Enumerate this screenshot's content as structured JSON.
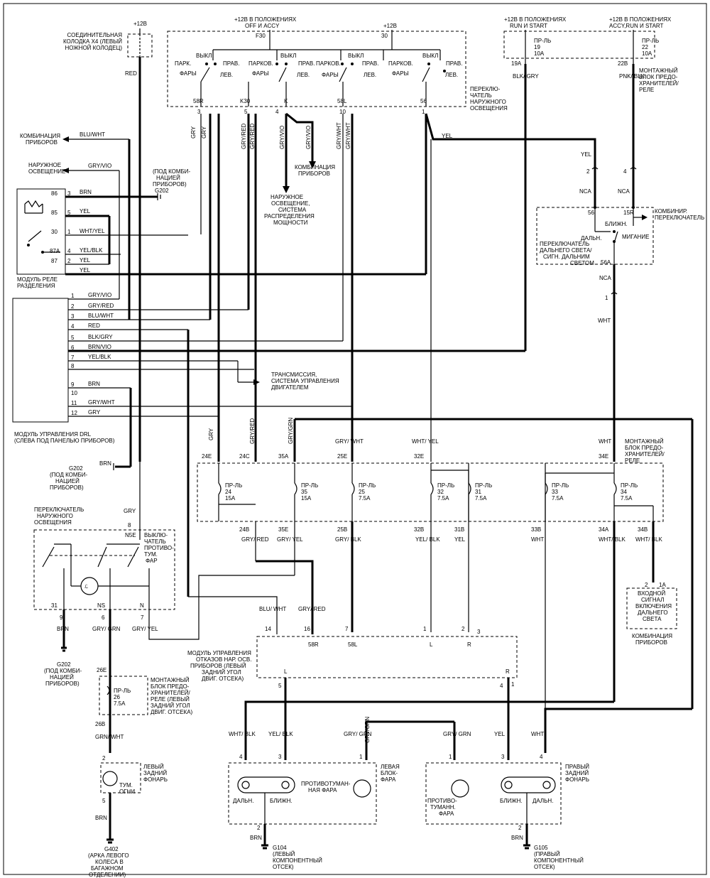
{
  "power": {
    "b12_left": "+12B",
    "b12_off_accy_1": "+12B В ПОЛОЖЕНИЯХ",
    "b12_off_accy_2": "OFF И ACCY",
    "b12_mid": "+12B",
    "b12_run_start_1": "+12B В ПОЛОЖЕНИЯХ",
    "b12_run_start_2": "RUN И START",
    "b12_accy_run_1": "+12B В ПОЛОЖЕНИЯХ",
    "b12_accy_run_2": "ACCY,RUN И START"
  },
  "connector_x4": [
    "СОЕДИНИТЕЛЬНАЯ",
    "КОЛОДКА X4 (ЛЕВЫЙ",
    "НОЖНОЙ КОЛОДЕЦ)"
  ],
  "headlamp_switch": {
    "title": [
      "ПЕРЕКЛЮ-",
      "ЧАТЕЛЬ",
      "НАРУЖНОГО",
      "ОСВЕЩЕНИЯ"
    ],
    "f30": "F30",
    "t30": "30",
    "labels": [
      "ПАРК.",
      "ВЫКЛ",
      "ПРАВ.",
      "ПАРКОВ.",
      "ВЫКЛ",
      "ПРАВ.",
      "ПАРКОВ.",
      "ПРАВ.",
      "ВЫКЛ",
      "ПАРКОВ.",
      "ПРАВ.",
      "ВЫКЛ",
      "ФАРЫ",
      "ЛЕВ.",
      "ФАРЫ",
      "ЛЕВ.",
      "ФАРЫ",
      "ЛЕВ.",
      "ФАРЫ",
      "ЛЕВ."
    ],
    "terms": [
      "58R",
      "K30",
      "K",
      "58L",
      "56"
    ],
    "pins": [
      "3",
      "5",
      "4",
      "10",
      "1"
    ]
  },
  "fuse_blocks": {
    "f19": [
      "ПР-ЛЬ",
      "19",
      "10A"
    ],
    "f22": [
      "ПР-ЛЬ",
      "22",
      "10A"
    ],
    "pin19a": "19A",
    "pin22b": "22B",
    "mount_block": [
      "МОНТАЖНЫЙ",
      "БЛОК ПРЕДО-",
      "ХРАНИТЕЛЕЙ/",
      "РЕЛЕ"
    ]
  },
  "wires": {
    "red": "RED",
    "gry": "GRY",
    "gry_red": "GRY/RED",
    "gry_vio": "GRY/VIO",
    "gry_wht": "GRY/WHT",
    "yel": "YEL",
    "blk_gry": "BLK/ GRY",
    "pnk_blk": "PNK/ BLK",
    "blu_wht": "BLU/WHT",
    "brn": "BRN",
    "wht_yel": "WHT/YEL",
    "yel_blk": "YEL/BLK",
    "red2": "RED",
    "blk_gry2": "BLK/GRY",
    "brn_vio": "BRN/VIO",
    "gry_grn": "GRY/GRN",
    "wht": "WHT",
    "grn_wht": "GRN/ WHT",
    "wht_blk": "WHT/ BLK"
  },
  "dest": {
    "instr": [
      "КОМБИНАЦИЯ",
      "ПРИБОРОВ"
    ],
    "ext_light": [
      "НАРУЖНОЕ",
      "ОСВЕЩЕНИЕ"
    ],
    "g202_under": [
      "(ПОД КОМБИ-",
      "НАЦИЕЙ",
      "ПРИБОРОВ)",
      "G202"
    ],
    "instr2": [
      "КОМБИНАЦИЯ",
      "ПРИБОРОВ"
    ],
    "ext_power": [
      "НАРУЖНОЕ",
      "ОСВЕЩЕНИЕ,",
      "СИСТЕМА",
      "РАСПРЕДЕЛЕНИЯ",
      "МОЩНОСТИ"
    ],
    "trans": [
      "ТРАНСМИССИЯ,",
      "СИСТЕМА УПРАВЛЕНИЯ",
      "ДВИГАТЕЛЕМ"
    ]
  },
  "relay": {
    "title": [
      "МОДУЛЬ РЕЛЕ",
      "РАЗДЕЛЕНИЯ"
    ],
    "terms": [
      "86",
      "85",
      "30",
      "87A",
      "87"
    ],
    "pins": [
      "3",
      "5",
      "1",
      "4",
      "2"
    ],
    "wires": [
      "BRN",
      "YEL",
      "WHT/YEL",
      "YEL/BLK",
      "YEL",
      "YEL"
    ]
  },
  "drl": {
    "title": [
      "МОДУЛЬ УПРАВЛЕНИЯ DRL",
      "(СЛЕВА ПОД ПАНЕЛЬЮ ПРИБОРОВ)"
    ],
    "pins": [
      "1",
      "2",
      "3",
      "4",
      "5",
      "6",
      "7",
      "8",
      "9",
      "10",
      "11",
      "12"
    ],
    "wires": [
      "GRY/VIO",
      "GRY/RED",
      "BLU/WHT",
      "RED",
      "BLK/GRY",
      "BRN/VIO",
      "YEL/BLK",
      "",
      "BRN",
      "",
      "GRY/WHT",
      "GRY"
    ]
  },
  "g202_bottom": [
    "G202",
    "(ПОД КОМБИ-",
    "НАЦИЕЙ",
    "ПРИБОРОВ)"
  ],
  "dimmer": {
    "title": [
      "КОМБИНИР.",
      "ПЕРЕКЛЮЧАТЕЛЬ"
    ],
    "label": [
      "ПЕРЕКЛЮЧАТЕЛЬ",
      "ДАЛЬНЕГО СВЕТА/",
      "СИГН. ДАЛЬНИМ",
      "СВЕТОМ"
    ],
    "low": "БЛИЖН.",
    "high": "ДАЛЬН.",
    "flash": "МИГАНИЕ",
    "t56": "56",
    "t15r": "15R",
    "t56a": "56A",
    "nca": "NCA",
    "nca2": "NCA",
    "nca3": "NCA",
    "pin2": "2",
    "pin4": "4",
    "pin1": "1",
    "yel": "YEL",
    "wht": "WHT"
  },
  "fuse_row": {
    "block_title": [
      "МОНТАЖНЫЙ",
      "БЛОК ПРЕДО-",
      "ХРАНИТЕЛЕЙ/",
      "РЕЛЕ"
    ],
    "top_wires": [
      "GRY",
      "GRY/RED",
      "GRY/GRN",
      "GRY/ WHT",
      "WHT/ YEL",
      "WHT"
    ],
    "top_pins": [
      "24E",
      "24C",
      "35A",
      "25E",
      "32E",
      "34E"
    ],
    "fuses": [
      [
        "ПР-ЛЬ",
        "24",
        "15A"
      ],
      [
        "ПР-ЛЬ",
        "35",
        "15A"
      ],
      [
        "ПР-ЛЬ",
        "25",
        "7.5A"
      ],
      [
        "ПР-ЛЬ",
        "32",
        "7.5A"
      ],
      [
        "ПР-ЛЬ",
        "31",
        "7.5A"
      ],
      [
        "ПР-ЛЬ",
        "33",
        "7.5A"
      ],
      [
        "ПР-ЛЬ",
        "34",
        "7.5A"
      ]
    ],
    "bot_pins": [
      "24B",
      "35E",
      "25B",
      "32B",
      "31B",
      "33B",
      "34A",
      "34B"
    ],
    "bot_wires": [
      "GRY/ RED",
      "GRY/ YEL",
      "GRY/ BLK",
      "YEL/ BLK",
      "YEL",
      "WHT",
      "WHT/ BLK",
      "WHT/ BLK"
    ]
  },
  "fog_switch": {
    "title": [
      "ПЕРЕКЛЮЧАТЕЛЬ",
      "НАРУЖНОГО",
      "ОСВЕЩЕНИЯ"
    ],
    "label": [
      "ВЫКЛЮ-",
      "ЧАТЕЛЬ",
      "ПРОТИВО-",
      "ТУМ.",
      "ФАР"
    ],
    "gry": "GRY",
    "pin8": "8",
    "n5e": "N5E",
    "b31": "31",
    "bns": "NS",
    "bn": "N",
    "p9": "9",
    "p6": "6",
    "p7": "7",
    "w_brn": "BRN",
    "w_grygrn": "GRY/ GRN",
    "w_gryyel": "GRY/ YEL"
  },
  "g202_left": [
    "G202",
    "(ПОД КОМБИ-",
    "НАЦИЕЙ",
    "ПРИБОРОВ)"
  ],
  "fuse26": {
    "label": [
      "ПР-ЛЬ",
      "26",
      "7.5A"
    ],
    "block": [
      "МОНТАЖНЫЙ",
      "БЛОК ПРЕДО-",
      "ХРАНИТЕЛЕЙ/",
      "РЕЛЕ (ЛЕВЫЙ",
      "ЗАДНИЙ УГОЛ",
      "ДВИГ. ОТСЕКА)"
    ],
    "p26e": "26E",
    "p26b": "26B",
    "wire": "GRN/ WHT"
  },
  "rear_left": {
    "title": [
      "ЛЕВЫЙ",
      "ЗАДНИЙ",
      "ФОНАРЬ"
    ],
    "bulb": [
      "ТУМ.",
      "ОГНИ"
    ],
    "p2": "2",
    "p5": "5",
    "wire": "BRN",
    "ground": [
      "G402",
      "(АРКА ЛЕВОГО",
      "КОЛЕСА В",
      "БАГАЖНОМ",
      "ОТДЕЛЕНИИ)"
    ]
  },
  "fail_module": {
    "title": [
      "МОДУЛЬ УПРАВЛЕНИЯ",
      "ОТКАЗОВ НАР. ОСВ.",
      "ПРИБОРОВ (ЛЕВЫЙ",
      "ЗАДНИЙ УГОЛ",
      "ДВИГ. ОТСЕКА)"
    ],
    "wires_top": [
      "BLU/ WHT",
      "GRY/ RED"
    ],
    "pins_top": [
      "14",
      "16",
      "7",
      "1",
      "2",
      "3"
    ],
    "terms_top": [
      "58R",
      "58L",
      "L",
      "R"
    ],
    "terms_bot": [
      "L",
      "R"
    ],
    "pins_bot": [
      "5",
      "4",
      "1"
    ]
  },
  "instr_signal": {
    "pins": [
      "2",
      "1A"
    ],
    "label": [
      "ВХОДНОЙ",
      "СИГНАЛ",
      "ВКЛЮЧЕНИЯ",
      "ДАЛЬНЕГО",
      "СВЕТА"
    ],
    "title": [
      "КОМБИНАЦИЯ",
      "ПРИБОРОВ"
    ]
  },
  "left_lamp": {
    "title": [
      "ЛЕВАЯ",
      "БЛОК-",
      "ФАРА"
    ],
    "wires": [
      "WHT/ BLK",
      "YEL/ BLK",
      "GRY/ GRN",
      "GRY/GRN"
    ],
    "pins": [
      "4",
      "3",
      "1",
      "2"
    ],
    "high": "ДАЛЬН.",
    "low": "БЛИЖН.",
    "fog": [
      "ПРОТИВОТУМАН-",
      "НАЯ ФАРА"
    ],
    "wire_g": "BRN",
    "ground": [
      "G104",
      "(ЛЕВЫЙ",
      "КОМПОНЕНТНЫЙ",
      "ОТСЕК)"
    ]
  },
  "right_lamp": {
    "title": [
      "ПРАВЫЙ",
      "ЗАДНИЙ",
      "ФОНАРЬ"
    ],
    "wires": [
      "GRY/ GRN",
      "YEL",
      "WHT"
    ],
    "pins": [
      "1",
      "3",
      "4",
      "2"
    ],
    "low": "БЛИЖН.",
    "high": "ДАЛЬН.",
    "fog": [
      "ПРОТИВО-",
      "ТУМАНН.",
      "ФАРА"
    ],
    "wire_g": "BRN",
    "ground": [
      "G105",
      "(ПРАВЫЙ",
      "КОМПОНЕНТНЫЙ",
      "ОТСЕК)"
    ]
  }
}
